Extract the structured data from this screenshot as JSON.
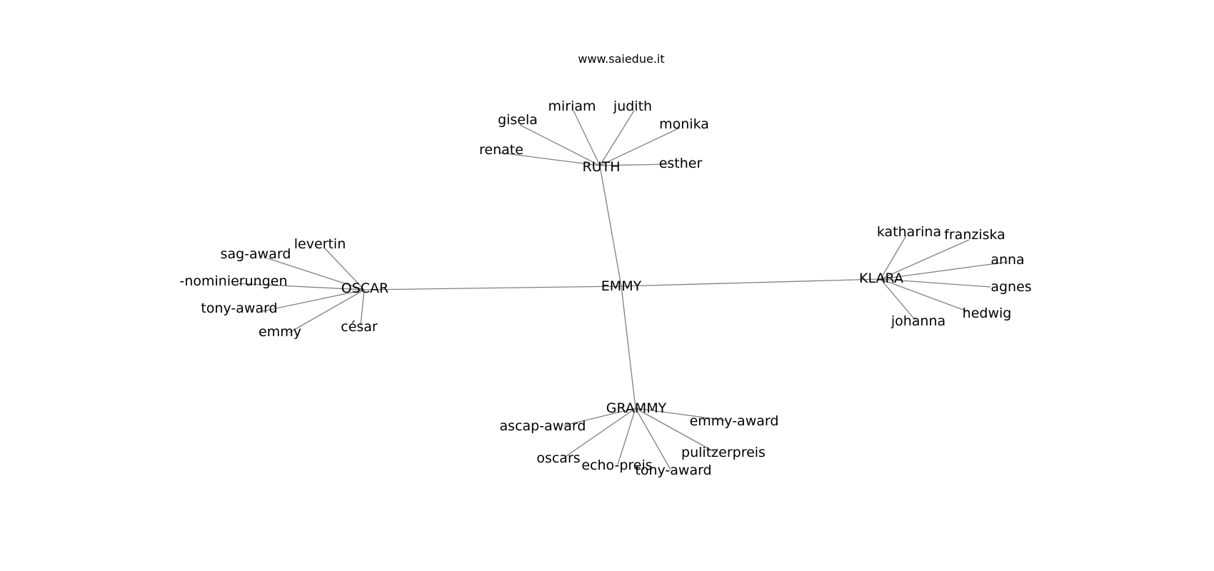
{
  "caption": "www.saiedue.it",
  "graph": {
    "center": "EMMY",
    "hubs": [
      {
        "id": "oscar",
        "label": "OSCAR",
        "leaves": [
          "levertin",
          "sag-award",
          "-nominierungen",
          "tony-award",
          "emmy",
          "césar"
        ]
      },
      {
        "id": "ruth",
        "label": "RUTH",
        "leaves": [
          "miriam",
          "judith",
          "gisela",
          "monika",
          "renate",
          "esther"
        ]
      },
      {
        "id": "klara",
        "label": "KLARA",
        "leaves": [
          "katharina",
          "franziska",
          "anna",
          "agnes",
          "hedwig",
          "johanna"
        ]
      },
      {
        "id": "grammy",
        "label": "GRAMMY",
        "leaves": [
          "ascap-award",
          "emmy-award",
          "oscars",
          "pulitzerpreis",
          "echo-preis",
          "tony-award"
        ]
      }
    ]
  },
  "colors": {
    "edge": "#808080",
    "text": "#000000",
    "background": "#ffffff"
  }
}
